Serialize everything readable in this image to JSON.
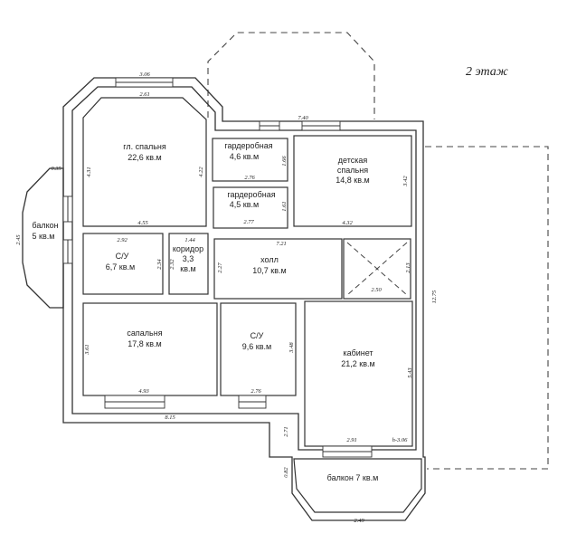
{
  "title": "2 этаж",
  "rooms": {
    "master_bedroom": {
      "name": "гл. спальня",
      "area": "22,6 кв.м"
    },
    "wardrobe1": {
      "name": "гардеробная",
      "area": "4,6 кв.м"
    },
    "wardrobe2": {
      "name": "гардеробная",
      "area": "4,5 кв.м"
    },
    "kids_bedroom": {
      "name1": "детская",
      "name2": "спальня",
      "area": "14,8 кв.м"
    },
    "balcony_left": {
      "name": "балкон",
      "area": "5 кв.м"
    },
    "bath1": {
      "name": "С/У",
      "area": "6,7 кв.м"
    },
    "corridor": {
      "name": "коридор",
      "area1": "3,3",
      "area2": "кв.м"
    },
    "hall": {
      "name": "холл",
      "area": "10,7 кв.м"
    },
    "bedroom": {
      "name": "сапальня",
      "area": "17,8 кв.м"
    },
    "bath2": {
      "name": "С/У",
      "area": "9,6 кв.м"
    },
    "office": {
      "name": "кабинет",
      "area": "21,2 кв.м"
    },
    "balcony_bottom": {
      "name": "балкон 7 кв.м"
    }
  },
  "dimensions": [
    "3.06",
    "2.61",
    "4.31",
    "4.22",
    "4.55",
    "0.35",
    "2.45",
    "2.76",
    "1.66",
    "1.61",
    "2.77",
    "7.40",
    "4.32",
    "3.42",
    "2.92",
    "1.44",
    "2.34",
    "2.32",
    "2.27",
    "7.21",
    "2.13",
    "2.50",
    "12.75",
    "3.61",
    "4.93",
    "3.48",
    "2.76",
    "8.15",
    "5.43",
    "2.71",
    "2.91",
    "h-3.06",
    "0.82",
    "2.49"
  ]
}
